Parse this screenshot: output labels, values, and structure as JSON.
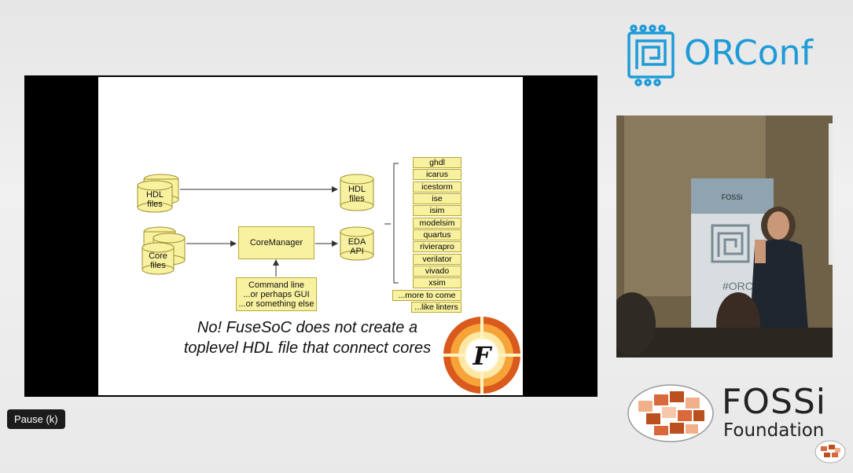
{
  "header": {
    "logo_text": "ORConf"
  },
  "slide": {
    "hdl_files_left": [
      "HDL",
      "files"
    ],
    "core_files": [
      "Core",
      "files"
    ],
    "hdl_files_right": [
      "HDL",
      "files"
    ],
    "eda_api": [
      "EDA",
      "API"
    ],
    "core_manager": "CoreManager",
    "command_line": [
      "Command line",
      "...or perhaps GUI",
      "...or something else"
    ],
    "tools": [
      "ghdl",
      "icarus",
      "icestorm",
      "ise",
      "isim",
      "modelsim",
      "quartus",
      "rivierapro",
      "verilator",
      "vivado",
      "xsim"
    ],
    "more_to_come": "...more to come",
    "like_linters": "...like linters",
    "caption_line1": "No! FuseSoC does not create a",
    "caption_line2": "toplevel HDL file that connect cores",
    "fusesoc_letter": "F"
  },
  "camera": {
    "banner_text": "#ORConf",
    "banner_brand": "FOSSi"
  },
  "footer": {
    "logo_name": "FOSSi",
    "logo_sub": "Foundation"
  },
  "player": {
    "tooltip": "Pause (k)"
  },
  "colors": {
    "orconf_blue": "#1e9bd7",
    "box_fill": "#f8f1a0",
    "fossi_orange": "#d9683a"
  }
}
